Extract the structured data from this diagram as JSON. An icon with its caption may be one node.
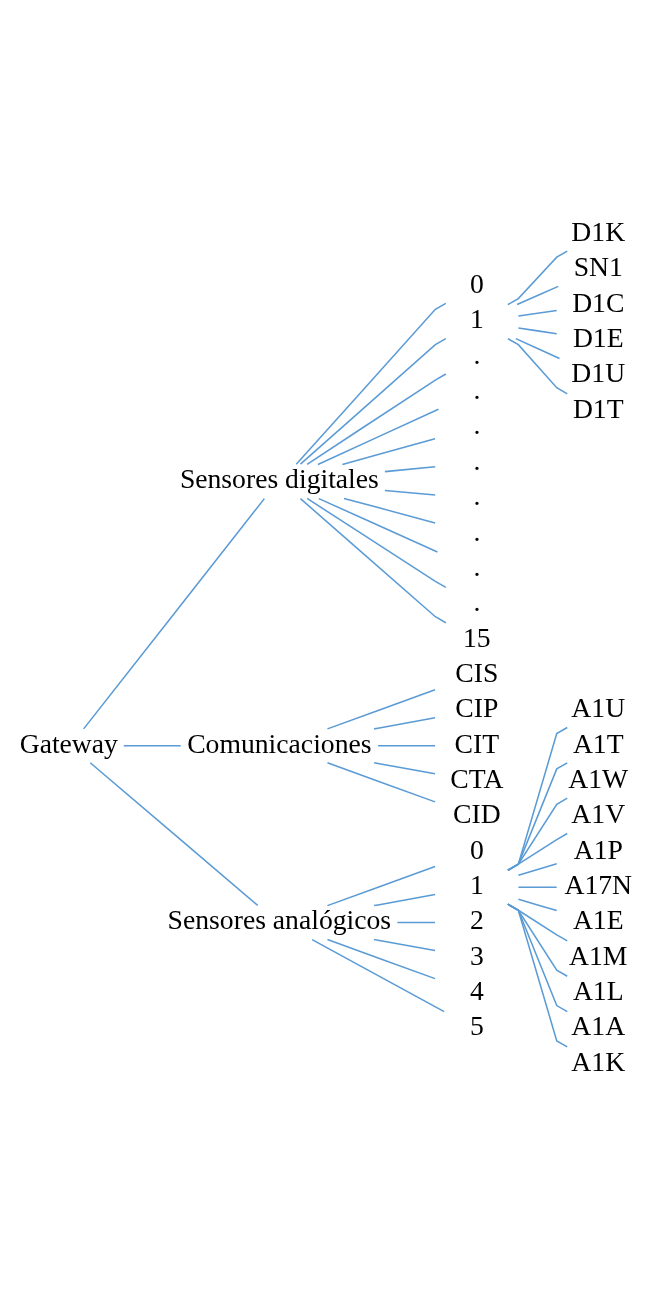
{
  "diagram": {
    "nodes": [
      {
        "text": [
          "Gateway"
        ]
      },
      {
        "text": [
          "Sensores digitales"
        ]
      },
      {
        "text": [
          "0"
        ]
      },
      {
        "text": [
          "1"
        ]
      },
      {
        "text": [
          "."
        ]
      },
      {
        "text": [
          "."
        ]
      },
      {
        "text": [
          "."
        ]
      },
      {
        "text": [
          "."
        ]
      },
      {
        "text": [
          "."
        ]
      },
      {
        "text": [
          "."
        ]
      },
      {
        "text": [
          "."
        ]
      },
      {
        "text": [
          "."
        ]
      },
      {
        "text": [
          "15"
        ]
      },
      {
        "text": [
          "D1K"
        ]
      },
      {
        "text": [
          "SN1"
        ]
      },
      {
        "text": [
          "D1C"
        ]
      },
      {
        "text": [
          "D1E"
        ]
      },
      {
        "text": [
          "D1U"
        ]
      },
      {
        "text": [
          "D1T"
        ]
      },
      {
        "text": [
          "Comunicaciones"
        ]
      },
      {
        "text": [
          "CIS"
        ]
      },
      {
        "text": [
          "CIP"
        ]
      },
      {
        "text": [
          "CIT"
        ]
      },
      {
        "text": [
          "CTA"
        ]
      },
      {
        "text": [
          "CID"
        ]
      },
      {
        "text": [
          "Sensores analógicos"
        ]
      },
      {
        "text": [
          "0"
        ]
      },
      {
        "text": [
          "1"
        ]
      },
      {
        "text": [
          "2"
        ]
      },
      {
        "text": [
          "3"
        ]
      },
      {
        "text": [
          "4"
        ]
      },
      {
        "text": [
          "5"
        ]
      },
      {
        "text": [
          "A1U"
        ]
      },
      {
        "text": [
          "A1T"
        ]
      },
      {
        "text": [
          "A1W"
        ]
      },
      {
        "text": [
          "A1V"
        ]
      },
      {
        "text": [
          "A1P"
        ]
      },
      {
        "text": [
          "A17N"
        ]
      },
      {
        "text": [
          "A1E"
        ]
      },
      {
        "text": [
          "A1M"
        ]
      },
      {
        "text": [
          "A1L"
        ]
      },
      {
        "text": [
          "A1A"
        ]
      },
      {
        "text": [
          "A1K"
        ]
      }
    ],
    "edges": [
      {
        "from": 0,
        "to": 1,
        "arrow": "none"
      },
      {
        "from": 0,
        "to": 19,
        "arrow": "none"
      },
      {
        "from": 0,
        "to": 25,
        "arrow": "none"
      },
      {
        "from": 1,
        "to": 2,
        "arrow": "none"
      },
      {
        "from": 1,
        "to": 3,
        "arrow": "none"
      },
      {
        "from": 1,
        "to": 4,
        "arrow": "none"
      },
      {
        "from": 1,
        "to": 5,
        "arrow": "none"
      },
      {
        "from": 1,
        "to": 6,
        "arrow": "none"
      },
      {
        "from": 1,
        "to": 7,
        "arrow": "none"
      },
      {
        "from": 1,
        "to": 8,
        "arrow": "none"
      },
      {
        "from": 1,
        "to": 9,
        "arrow": "none"
      },
      {
        "from": 1,
        "to": 10,
        "arrow": "none"
      },
      {
        "from": 1,
        "to": 11,
        "arrow": "none"
      },
      {
        "from": 1,
        "to": 12,
        "arrow": "none"
      },
      {
        "from": 3,
        "to": 13,
        "arrow": "none"
      },
      {
        "from": 3,
        "to": 14,
        "arrow": "none"
      },
      {
        "from": 3,
        "to": 15,
        "arrow": "none"
      },
      {
        "from": 3,
        "to": 16,
        "arrow": "none"
      },
      {
        "from": 3,
        "to": 17,
        "arrow": "none"
      },
      {
        "from": 3,
        "to": 18,
        "arrow": "none"
      },
      {
        "from": 19,
        "to": 20,
        "arrow": "none"
      },
      {
        "from": 19,
        "to": 21,
        "arrow": "none"
      },
      {
        "from": 19,
        "to": 22,
        "arrow": "none"
      },
      {
        "from": 19,
        "to": 23,
        "arrow": "none"
      },
      {
        "from": 19,
        "to": 24,
        "arrow": "none"
      },
      {
        "from": 25,
        "to": 26,
        "arrow": "none"
      },
      {
        "from": 25,
        "to": 27,
        "arrow": "none"
      },
      {
        "from": 25,
        "to": 28,
        "arrow": "none"
      },
      {
        "from": 25,
        "to": 29,
        "arrow": "none"
      },
      {
        "from": 25,
        "to": 30,
        "arrow": "none"
      },
      {
        "from": 25,
        "to": 31,
        "arrow": "none"
      },
      {
        "from": 27,
        "to": 32,
        "arrow": "none"
      },
      {
        "from": 27,
        "to": 33,
        "arrow": "none"
      },
      {
        "from": 27,
        "to": 34,
        "arrow": "none"
      },
      {
        "from": 27,
        "to": 35,
        "arrow": "none"
      },
      {
        "from": 27,
        "to": 36,
        "arrow": "none"
      },
      {
        "from": 27,
        "to": 37,
        "arrow": "none"
      },
      {
        "from": 27,
        "to": 38,
        "arrow": "none"
      },
      {
        "from": 27,
        "to": 39,
        "arrow": "none"
      },
      {
        "from": 27,
        "to": 40,
        "arrow": "none"
      },
      {
        "from": 27,
        "to": 41,
        "arrow": "none"
      },
      {
        "from": 27,
        "to": 42,
        "arrow": "none"
      }
    ]
  }
}
